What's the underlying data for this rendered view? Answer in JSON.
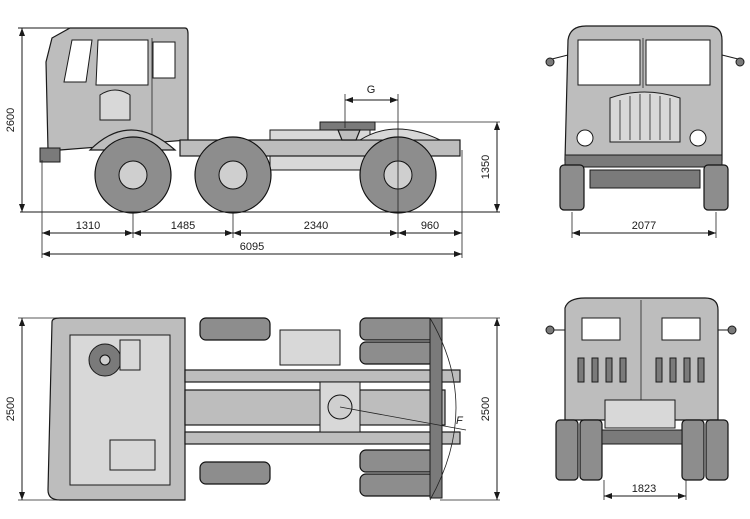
{
  "side_view": {
    "overall_height": "2600",
    "coupling_offset": "G",
    "coupling_height": "1350",
    "segments": [
      "1310",
      "1485",
      "2340",
      "960"
    ],
    "overall_length": "6095"
  },
  "front_view": {
    "track_width": "2077"
  },
  "top_view": {
    "width": "2500",
    "swing_width": "2500",
    "swing_radius": "F"
  },
  "rear_view": {
    "track_width": "1823"
  },
  "colors": {
    "ink": "#1a1a1a",
    "body_fill": "#bdbdbd",
    "tire_fill": "#8d8d8d"
  }
}
